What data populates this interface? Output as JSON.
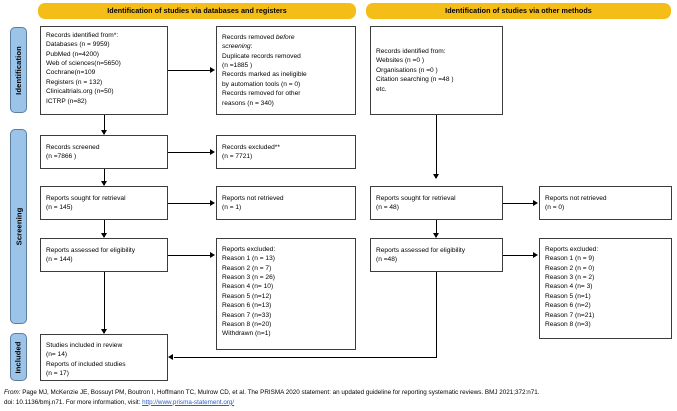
{
  "document": {
    "type": "PRISMA 2020 flow diagram"
  },
  "banners": {
    "databases": "Identification of studies via databases and registers",
    "other": "Identification of studies via other methods"
  },
  "phases": [
    {
      "id": "identification",
      "label": "Identification"
    },
    {
      "id": "screening",
      "label": "Screening"
    },
    {
      "id": "included",
      "label": "Included"
    }
  ],
  "boxes": {
    "records_identified": "Records identified from*:\n    Databases (n = 9959)\n    PubMed (n=4200)\n    Web of sciences(n=5650)\n    Cochrane(n=109\n    Registers (n = 132)\n    Clinicaltrials.org (n=50)\n    ICTRP (n=82)",
    "records_removed_line1": "Records removed ",
    "records_removed_italic1": "before",
    "records_removed_italic2": "screening",
    "records_removed_rest": ":\n    Duplicate records removed\n    (n =1885 )\n    Records marked as ineligible\n    by automation tools (n = 0)\n    Records removed for other\n    reasons (n = 340)",
    "records_screened": "Records screened\n(n =7866 )",
    "records_excluded": "Records excluded**\n(n = 7721)",
    "reports_sought": "Reports sought for retrieval\n(n = 145)",
    "reports_not_retrieved": "Reports not retrieved\n(n = 1)",
    "reports_assessed": "Reports assessed for eligibility\n(n = 144)",
    "reports_excluded": "Reports excluded:\n    Reason 1 (n = 13)\n    Reason 2 (n = 7)\n    Reason 3 (n = 26)\n    Reason 4 (n= 10)\n    Reason 5 (n=12)\n    Reason 6 (n=13)\n    Reason 7 (n=33)\n    Reason 8 (n=20)\n    Withdrawn (n=1)",
    "studies_included": "Studies included in review\n(n= 14)\nReports of included studies\n(n = 17)",
    "other_records_identified": "Records identified from:\n    Websites (n =0 )\n    Organisations (n =0 )\n    Citation searching (n =48 )\n    etc.",
    "other_reports_sought": "Reports sought for retrieval\n(n = 48)",
    "other_reports_not_retrieved": "Reports not retrieved\n(n = 0)",
    "other_reports_assessed": "Reports assessed for eligibility\n(n =48)",
    "other_reports_excluded": "Reports excluded:\n    Reason 1 (n = 9)\n    Reason 2 (n = 0)\n    Reason 3 (n = 2)\n    Reason 4 (n= 3)\n    Reason 5 (n=1)\n    Reason 6 (n=2)\n    Reason 7 (n=21)\n    Reason 8 (n=3)"
  },
  "footer": {
    "from_label": "From:",
    "citation": "  Page MJ, McKenzie JE, Bossuyt PM, Boutron I, Hoffmann TC, Mulrow CD, et al. The PRISMA 2020 statement: an updated guideline for reporting systematic reviews. BMJ 2021;372:n71.",
    "doi_text": "doi: 10.1136/bmj.n71. For more information, visit: ",
    "link_text": "http://www.prisma-statement.org/"
  },
  "colors": {
    "banner": "#F5BD17",
    "phase_tab": "#9BC4E8",
    "box_border": "#3C3C3C",
    "link": "#2B5CC4"
  }
}
